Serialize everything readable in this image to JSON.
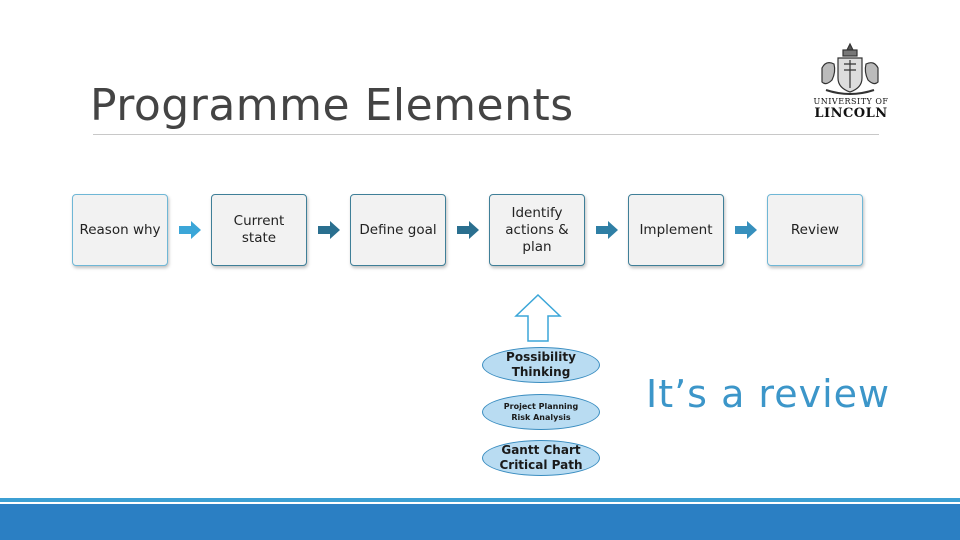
{
  "slide": {
    "title": "Programme Elements",
    "logo": {
      "line1": "UNIVERSITY OF",
      "line2": "LINCOLN"
    },
    "process_steps": [
      {
        "label": "Reason why"
      },
      {
        "label": "Current\nstate"
      },
      {
        "label": "Define goal"
      },
      {
        "label": "Identify\nactions &\nplan"
      },
      {
        "label": "Implement"
      },
      {
        "label": "Review"
      }
    ],
    "tools": [
      {
        "label": "Possibility\nThinking"
      },
      {
        "label": "Project Planning\nRisk Analysis"
      },
      {
        "label": "Gantt Chart\nCritical Path"
      }
    ],
    "note": "It’s a review"
  },
  "colors": {
    "arrow_light": "#3ba6d8",
    "arrow_dark": "#2a6f8f",
    "ellipse_fill": "#b9dcf2",
    "band": "#2b7fc3"
  }
}
